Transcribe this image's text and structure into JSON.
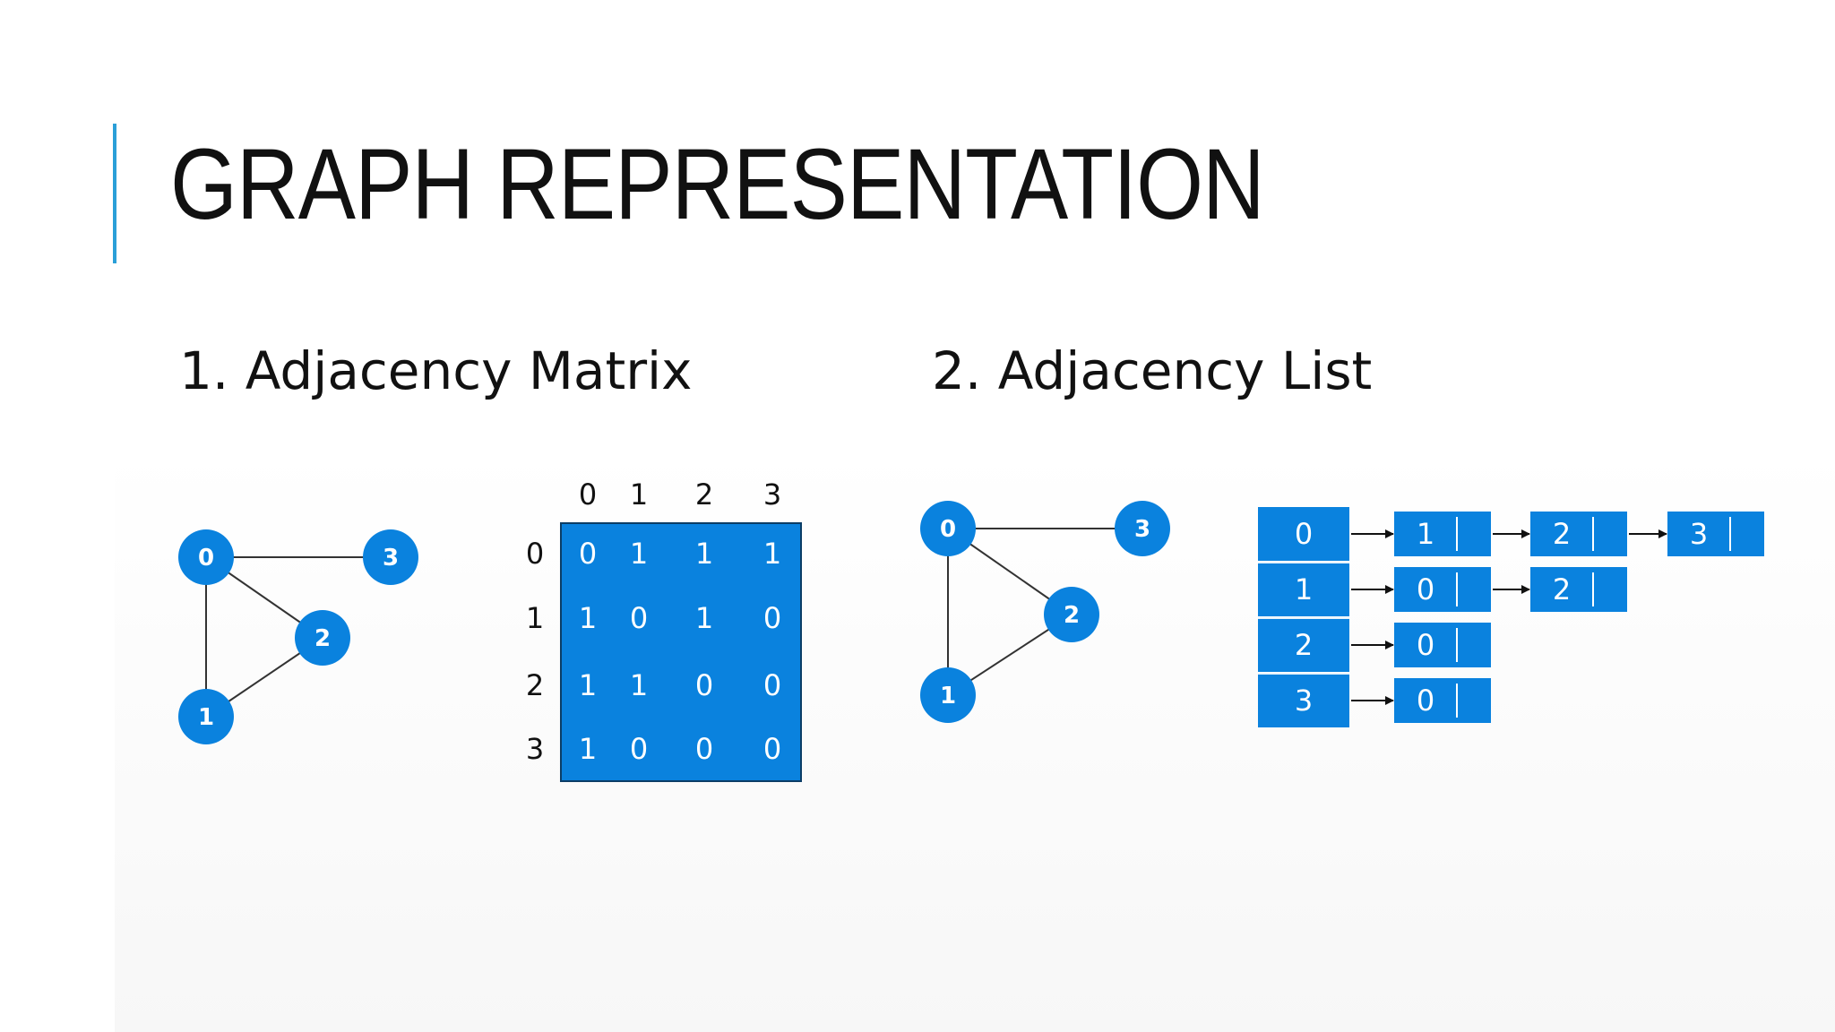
{
  "slide": {
    "title": "GRAPH REPRESENTATION",
    "accent_color": "#2a9fd8"
  },
  "matrix_section": {
    "heading": "1. Adjacency Matrix",
    "graph": {
      "nodes": [
        "0",
        "1",
        "2",
        "3"
      ],
      "edges": [
        [
          "0",
          "3"
        ],
        [
          "0",
          "2"
        ],
        [
          "0",
          "1"
        ],
        [
          "1",
          "2"
        ]
      ]
    },
    "matrix": {
      "col_labels": [
        "0",
        "1",
        "2",
        "3"
      ],
      "row_labels": [
        "0",
        "1",
        "2",
        "3"
      ],
      "values": [
        [
          "0",
          "1",
          "1",
          "1"
        ],
        [
          "1",
          "0",
          "1",
          "0"
        ],
        [
          "1",
          "1",
          "0",
          "0"
        ],
        [
          "1",
          "0",
          "0",
          "0"
        ]
      ]
    }
  },
  "list_section": {
    "heading": "2. Adjacency List",
    "graph": {
      "nodes": [
        "0",
        "1",
        "2",
        "3"
      ],
      "edges": [
        [
          "0",
          "3"
        ],
        [
          "0",
          "2"
        ],
        [
          "0",
          "1"
        ],
        [
          "1",
          "2"
        ]
      ]
    },
    "list": {
      "heads": [
        "0",
        "1",
        "2",
        "3"
      ],
      "neighbors": [
        [
          "1",
          "2",
          "3"
        ],
        [
          "0",
          "2"
        ],
        [
          "0"
        ],
        [
          "0"
        ]
      ]
    }
  },
  "colors": {
    "node_fill": "#0a82de",
    "matrix_fill": "#0a82de",
    "list_fill": "#0a82de",
    "edge": "#333333",
    "text": "#111111"
  }
}
